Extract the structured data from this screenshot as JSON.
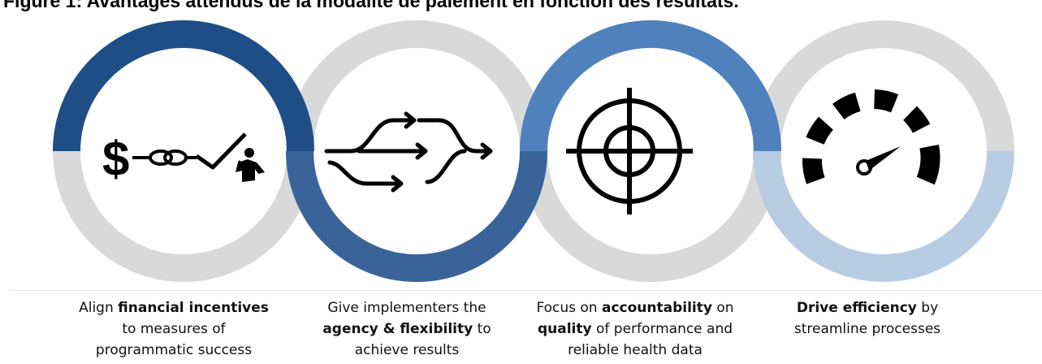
{
  "title": "Figure 1: Avantages attendus de la modalité de paiement en fonction des résultats.",
  "steps": [
    {
      "icon": "dollar-knot-check-person-icon",
      "caption_pre": "Align ",
      "caption_bold": "financial incentives",
      "caption_post": " to measures of programmatic success",
      "ring_top_color": "#1f4e86",
      "ring_bottom_color": "#d9d9d9"
    },
    {
      "icon": "branching-arrows-icon",
      "caption_pre": "Give implementers the ",
      "caption_bold": "agency & flexibility",
      "caption_post": " to achieve results",
      "ring_top_color": "#d9d9d9",
      "ring_bottom_color": "#3a6499"
    },
    {
      "icon": "crosshair-target-icon",
      "caption_pre": "Focus on ",
      "caption_bold": "accountability",
      "caption_mid": " on ",
      "caption_bold2": "quality",
      "caption_post": " of performance and reliable health data",
      "ring_top_color": "#4f81bd",
      "ring_bottom_color": "#d9d9d9"
    },
    {
      "icon": "speedometer-icon",
      "caption_pre": "",
      "caption_bold": "Drive efficiency",
      "caption_post": " by streamline processes",
      "ring_top_color": "#d9d9d9",
      "ring_bottom_color": "#b8cce4"
    }
  ]
}
